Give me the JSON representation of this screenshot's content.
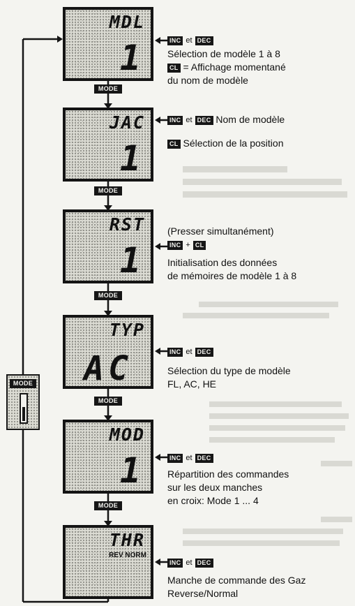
{
  "keys": {
    "mode": "MODE",
    "inc": "INC",
    "dec": "DEC",
    "cl": "CL",
    "and": "et",
    "plus": "+"
  },
  "steps": [
    {
      "lcd_top": "MDL",
      "lcd_big": "1",
      "lines": [
        "Sélection de modèle 1 à 8",
        "= Affichage momentané",
        "du nom de modèle"
      ]
    },
    {
      "lcd_top": "JAC",
      "lcd_big": "1",
      "lines": [
        "Nom de modèle",
        "Sélection de la position"
      ]
    },
    {
      "lcd_top": "RST",
      "lcd_big": "1",
      "lines": [
        "(Presser simultanément)",
        "Initialisation des données",
        "de mémoires de modèle 1 à 8"
      ]
    },
    {
      "lcd_top": "TYP",
      "lcd_big": "AC",
      "lines": [
        "Sélection du type de modèle",
        "FL, AC, HE"
      ]
    },
    {
      "lcd_top": "MOD",
      "lcd_big": "1",
      "lines": [
        "Répartition des commandes",
        "sur les deux manches",
        "en croix: Mode 1 ... 4"
      ]
    },
    {
      "lcd_top": "THR",
      "lcd_sub": "REV NORM",
      "lines": [
        "Manche de commande des Gaz",
        "Reverse/Normal"
      ]
    }
  ],
  "side": {
    "label": "MODE"
  }
}
